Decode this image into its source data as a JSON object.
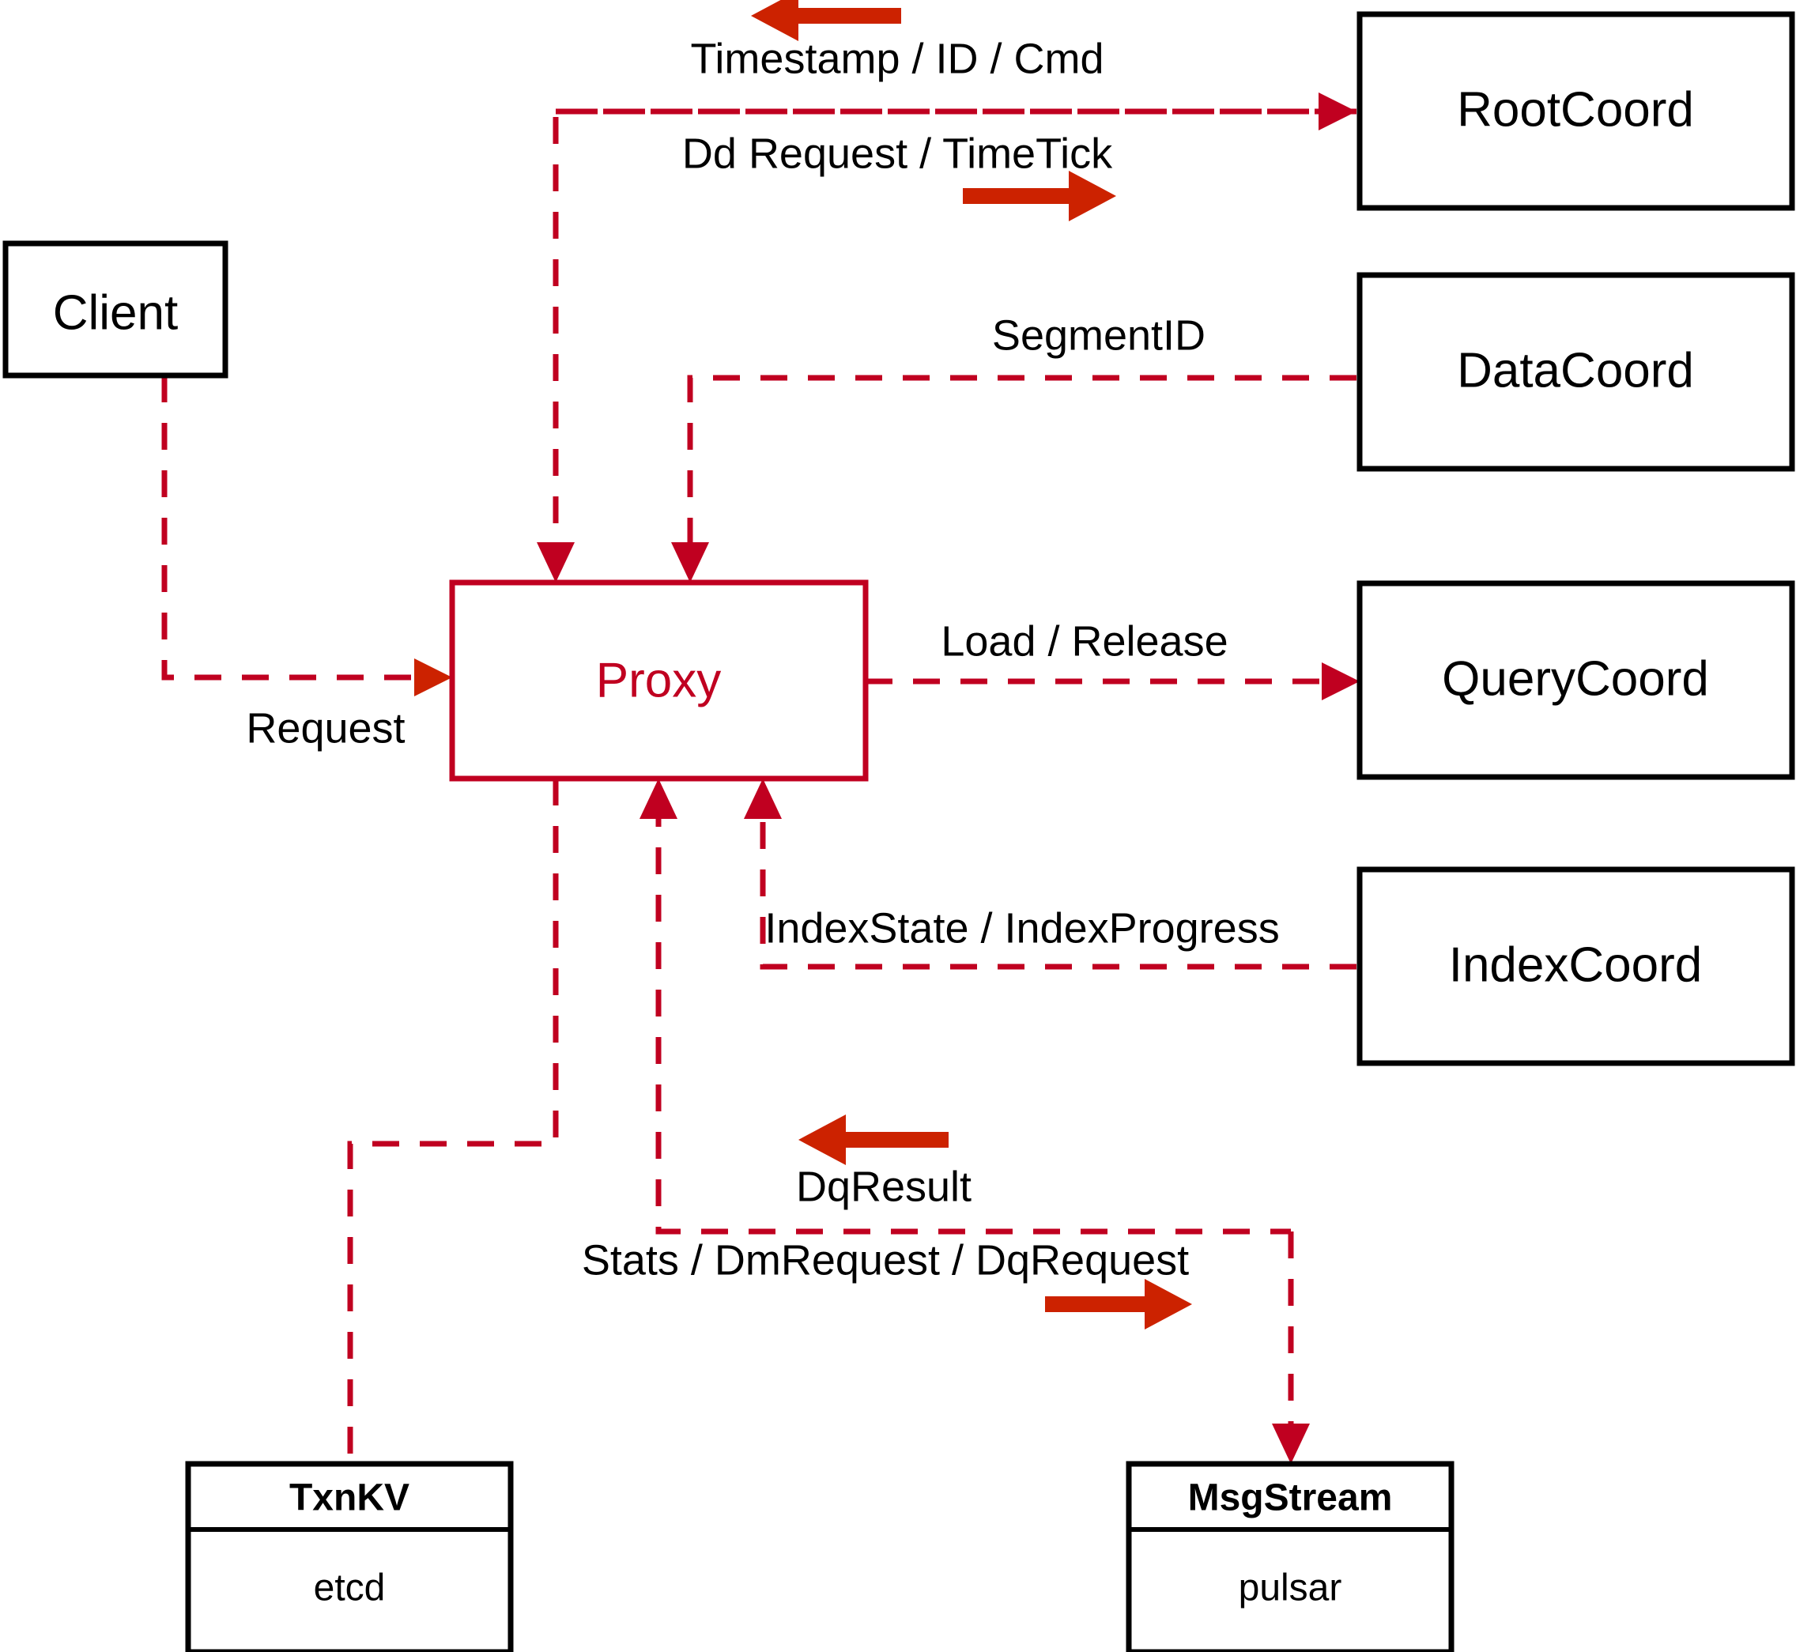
{
  "diagram": {
    "title": "Milvus Proxy interaction diagram",
    "colors": {
      "edge_red": "#c00020",
      "arrow_red": "#cc2200",
      "box_black": "#000000",
      "background": "#ffffff"
    },
    "nodes": [
      {
        "id": "client",
        "label": "Client",
        "style": "black-box"
      },
      {
        "id": "proxy",
        "label": "Proxy",
        "style": "red-box"
      },
      {
        "id": "rootcoord",
        "label": "RootCoord",
        "style": "black-box"
      },
      {
        "id": "datacoord",
        "label": "DataCoord",
        "style": "black-box"
      },
      {
        "id": "querycoord",
        "label": "QueryCoord",
        "style": "black-box"
      },
      {
        "id": "indexcoord",
        "label": "IndexCoord",
        "style": "black-box"
      }
    ],
    "compound_nodes": [
      {
        "id": "txnkv",
        "title": "TxnKV",
        "body": "etcd"
      },
      {
        "id": "msgstream",
        "title": "MsgStream",
        "body": "pulsar"
      }
    ],
    "edge_labels": [
      {
        "id": "timestamp-id-cmd",
        "text": "Timestamp / ID / Cmd",
        "direction": "left"
      },
      {
        "id": "dd-request",
        "text": "Dd Request / TimeTick",
        "direction": "right"
      },
      {
        "id": "segmentid",
        "text": "SegmentID",
        "direction": "none"
      },
      {
        "id": "request",
        "text": "Request",
        "direction": "none"
      },
      {
        "id": "load-release",
        "text": "Load / Release",
        "direction": "none"
      },
      {
        "id": "indexstate",
        "text": "IndexState / IndexProgress",
        "direction": "none"
      },
      {
        "id": "dqresult",
        "text": "DqResult",
        "direction": "left"
      },
      {
        "id": "stats-dmrequest",
        "text": "Stats / DmRequest / DqRequest",
        "direction": "right"
      }
    ]
  }
}
